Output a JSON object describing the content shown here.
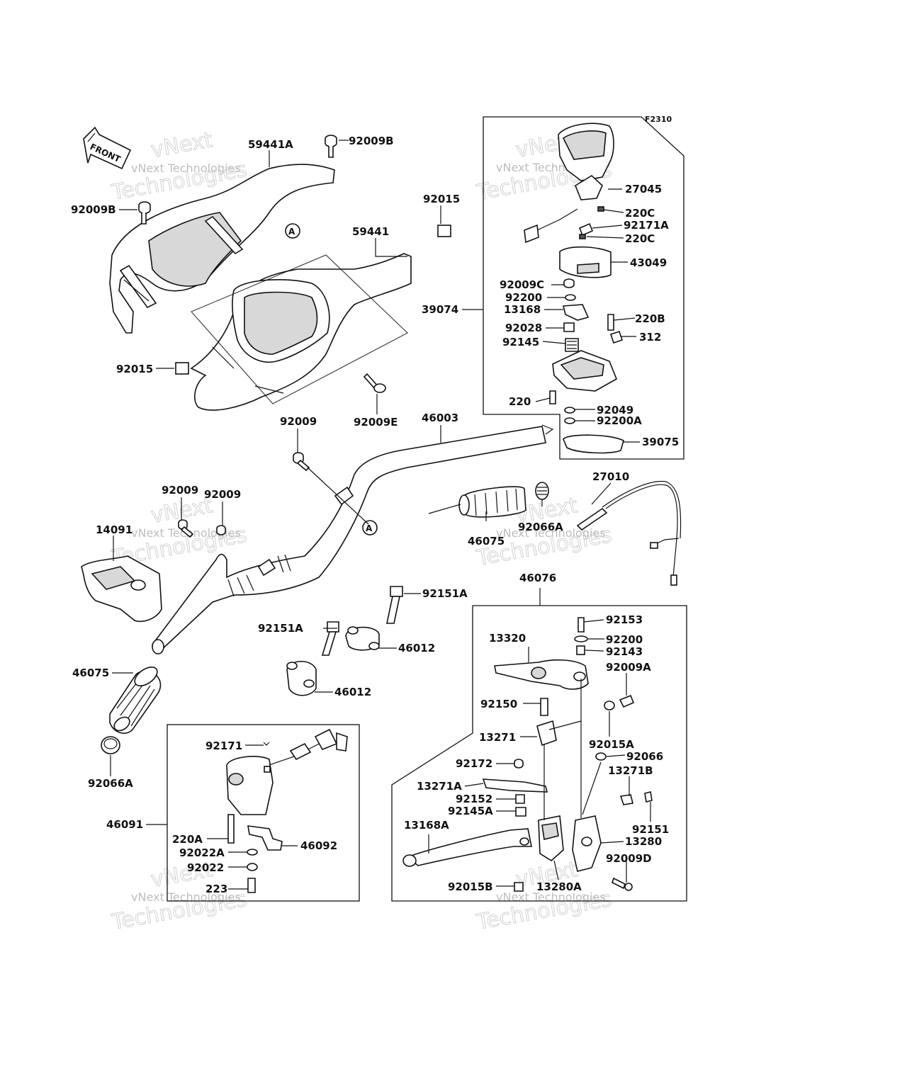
{
  "diagram_code": "F2310",
  "front_label": "FRONT",
  "watermark": {
    "line1": "vNext Technologies",
    "line2": "Technologies",
    "brand": "vNext"
  },
  "callout_a": "A",
  "labels": {
    "59441A": "59441A",
    "92009B_top": "92009B",
    "92009B_left": "92009B",
    "92015_top": "92015",
    "59441": "59441",
    "92015_left": "92015",
    "92009E": "92009E",
    "92009_center": "92009",
    "46003": "46003",
    "92009_a": "92009",
    "92009_b": "92009",
    "14091": "14091",
    "46075_left": "46075",
    "92066A_left": "92066A",
    "92151A_right": "92151A",
    "92151A_left": "92151A",
    "46012_right": "46012",
    "46012_left": "46012",
    "27045": "27045",
    "220C_a": "220C",
    "92171A": "92171A",
    "220C_b": "220C",
    "43049": "43049",
    "92009C": "92009C",
    "92200_top": "92200",
    "39074": "39074",
    "13168": "13168",
    "220B": "220B",
    "92028": "92028",
    "312": "312",
    "92145": "92145",
    "220": "220",
    "92049": "92049",
    "92200A": "92200A",
    "39075": "39075",
    "27010": "27010",
    "92066A_right": "92066A",
    "46075_right": "46075",
    "46076": "46076",
    "92153": "92153",
    "13320": "13320",
    "92200_mid": "92200",
    "92143": "92143",
    "92009A": "92009A",
    "92150": "92150",
    "13271": "13271",
    "92015A": "92015A",
    "92066": "92066",
    "92172": "92172",
    "13271B": "13271B",
    "13271A": "13271A",
    "92152": "92152",
    "92145A": "92145A",
    "92151": "92151",
    "13168A": "13168A",
    "13280": "13280",
    "92009D": "92009D",
    "92015B": "92015B",
    "13280A": "13280A",
    "92171": "92171",
    "46091": "46091",
    "220A": "220A",
    "46092": "46092",
    "92022A": "92022A",
    "92022": "92022",
    "223": "223"
  }
}
